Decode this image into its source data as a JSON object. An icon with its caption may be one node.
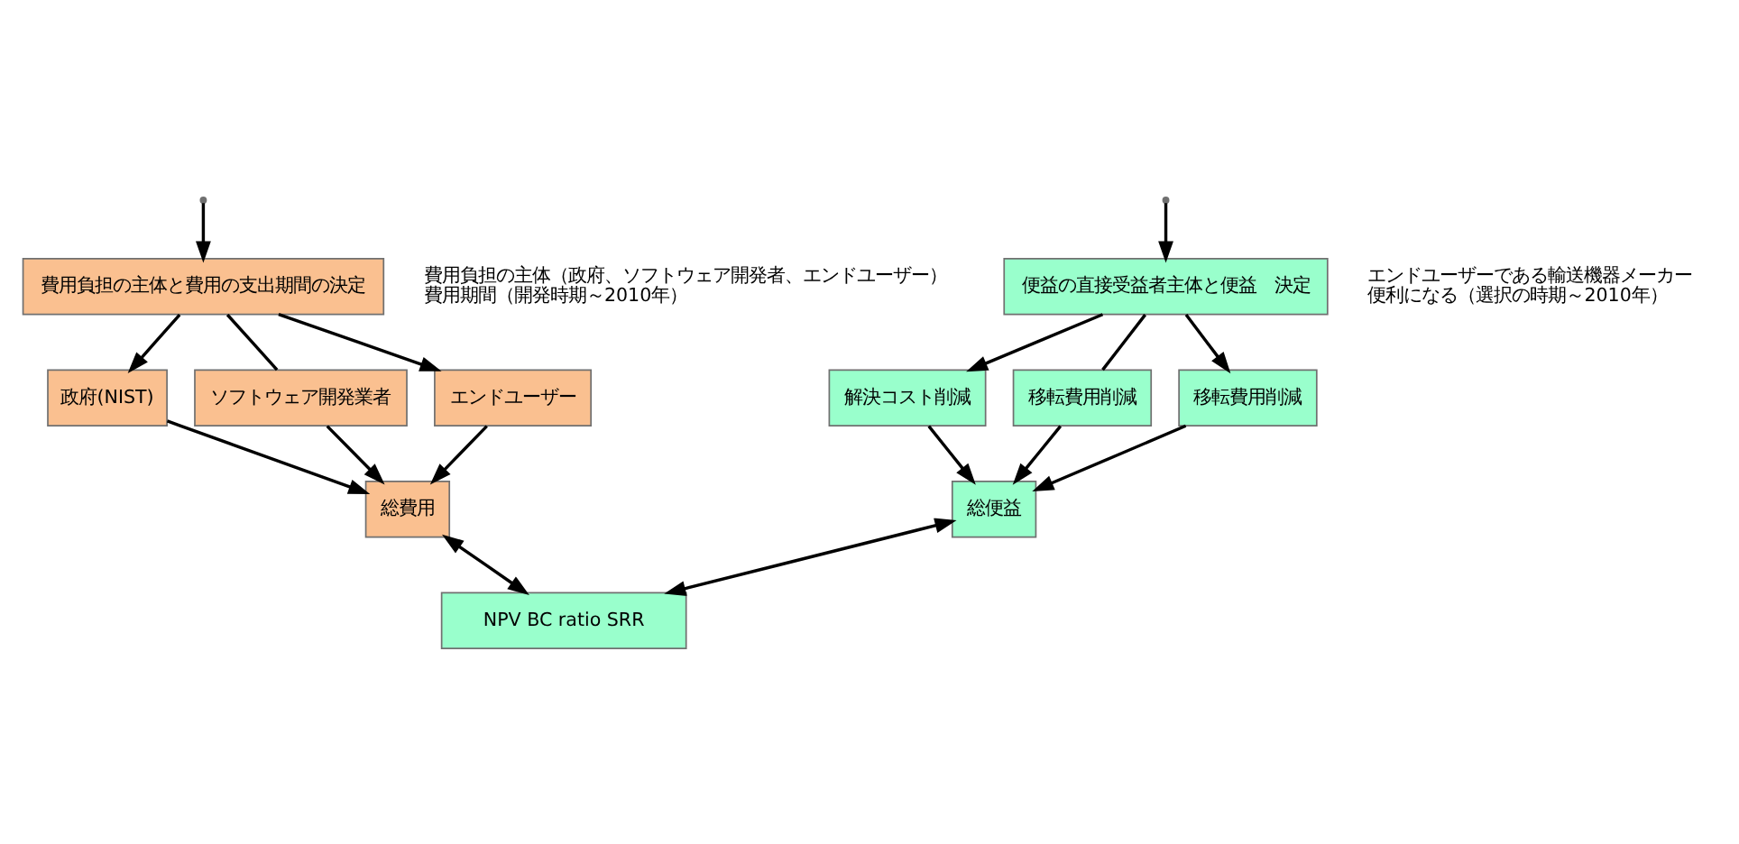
{
  "diagram": {
    "nodes": [
      {
        "text": [
          "費用負担の主体と費用の支出期間の決定"
        ],
        "beside": [
          "費用負担の主体（政府、ソフトウェア開発者、エンドユーザー）",
          "費用期間（開発時期～2010年）"
        ]
      },
      {
        "text": [
          "便益の直接受益者主体と便益　決定"
        ],
        "beside": [
          "エンドユーザーである輸送機器メーカー",
          "便利になる（選択の時期～2010年）"
        ]
      },
      {
        "text": [
          "政府(NIST)"
        ]
      },
      {
        "text": [
          "ソフトウェア開発業者"
        ]
      },
      {
        "text": [
          "エンドユーザー"
        ]
      },
      {
        "text": [
          "解決コスト削減"
        ]
      },
      {
        "text": [
          "移転費用削減"
        ]
      },
      {
        "text": [
          "移転費用削減"
        ]
      },
      {
        "text": [
          "総費用"
        ]
      },
      {
        "text": [
          "総便益"
        ]
      },
      {
        "text": [
          "NPV BC ratio SRR"
        ]
      }
    ],
    "edges": [
      {
        "from": null,
        "to": 0,
        "arrow": "to"
      },
      {
        "from": null,
        "to": 1,
        "arrow": "to"
      },
      {
        "from": 0,
        "to": 2,
        "arrow": "to"
      },
      {
        "from": 0,
        "to": 3,
        "arrow": "none"
      },
      {
        "from": 0,
        "to": 4,
        "arrow": "to"
      },
      {
        "from": 1,
        "to": 5,
        "arrow": "to"
      },
      {
        "from": 1,
        "to": 6,
        "arrow": "none"
      },
      {
        "from": 1,
        "to": 7,
        "arrow": "to"
      },
      {
        "from": 2,
        "to": 8,
        "arrow": "to"
      },
      {
        "from": 3,
        "to": 8,
        "arrow": "to"
      },
      {
        "from": 4,
        "to": 8,
        "arrow": "to"
      },
      {
        "from": 5,
        "to": 9,
        "arrow": "to"
      },
      {
        "from": 6,
        "to": 9,
        "arrow": "to"
      },
      {
        "from": 7,
        "to": 9,
        "arrow": "to"
      },
      {
        "from": 8,
        "to": 10,
        "arrow": "both"
      },
      {
        "from": 9,
        "to": 10,
        "arrow": "both"
      }
    ]
  }
}
